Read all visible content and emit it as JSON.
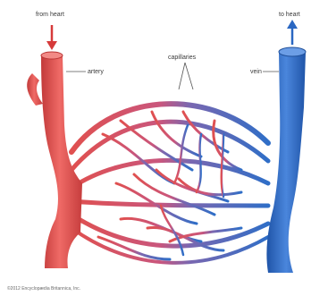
{
  "diagram": {
    "labels": {
      "from_heart": "from heart",
      "artery": "artery",
      "capillaries": "capillaries",
      "vein": "vein",
      "to_heart": "to heart"
    },
    "credit": "©2012 Encyclopædia Britannica, Inc."
  },
  "colors": {
    "artery": "#e0504f",
    "artery_dark": "#b93434",
    "vein": "#2f6ec7",
    "vein_dark": "#1f4f99",
    "arrow_red": "#d63a3a",
    "arrow_blue": "#2a67c2"
  }
}
